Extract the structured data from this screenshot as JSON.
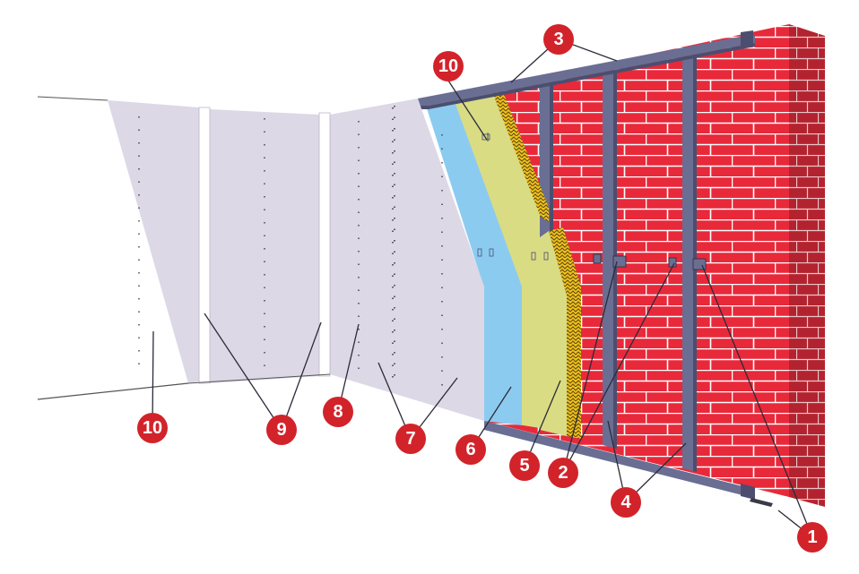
{
  "diagram": {
    "colors": {
      "brick": "#e8293a",
      "mortar": "#ffffff",
      "brick_side": "#b3232f",
      "profile": "#6a6e93",
      "profile_dark": "#4b4e6e",
      "insulation_rock": "#f2c21b",
      "insulation_panel": "#d9dc83",
      "board_blue": "#8ccbf0",
      "board_lavender": "#dcd8e6",
      "seam_white": "#ffffff",
      "callout_fill": "#d2232a",
      "leader": "#2b2b3a"
    },
    "callouts": [
      {
        "id": "c1",
        "label": "1"
      },
      {
        "id": "c2",
        "label": "2"
      },
      {
        "id": "c3",
        "label": "3"
      },
      {
        "id": "c4",
        "label": "4"
      },
      {
        "id": "c5",
        "label": "5"
      },
      {
        "id": "c6",
        "label": "6"
      },
      {
        "id": "c7",
        "label": "7"
      },
      {
        "id": "c8",
        "label": "8"
      },
      {
        "id": "c9",
        "label": "9"
      },
      {
        "id": "c10a",
        "label": "10"
      },
      {
        "id": "c10b",
        "label": "10"
      }
    ]
  }
}
